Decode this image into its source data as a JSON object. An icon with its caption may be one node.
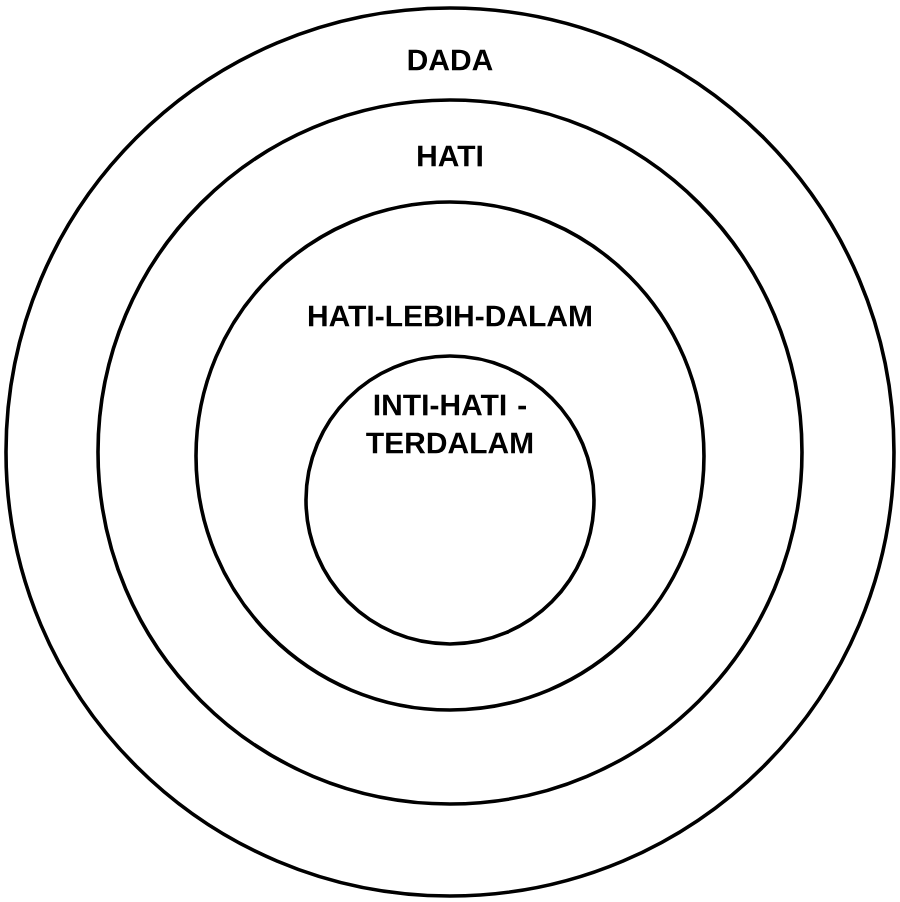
{
  "diagram": {
    "nodes": [
      {
        "text": [
          "DADA"
        ]
      },
      {
        "text": [
          "HATI"
        ],
        "in": 0
      },
      {
        "text": [
          "HATI-LEBIH-DALAM"
        ],
        "in": 1
      },
      {
        "text": [
          "INTI-HATI - TERDALAM"
        ],
        "in": 2
      }
    ]
  }
}
